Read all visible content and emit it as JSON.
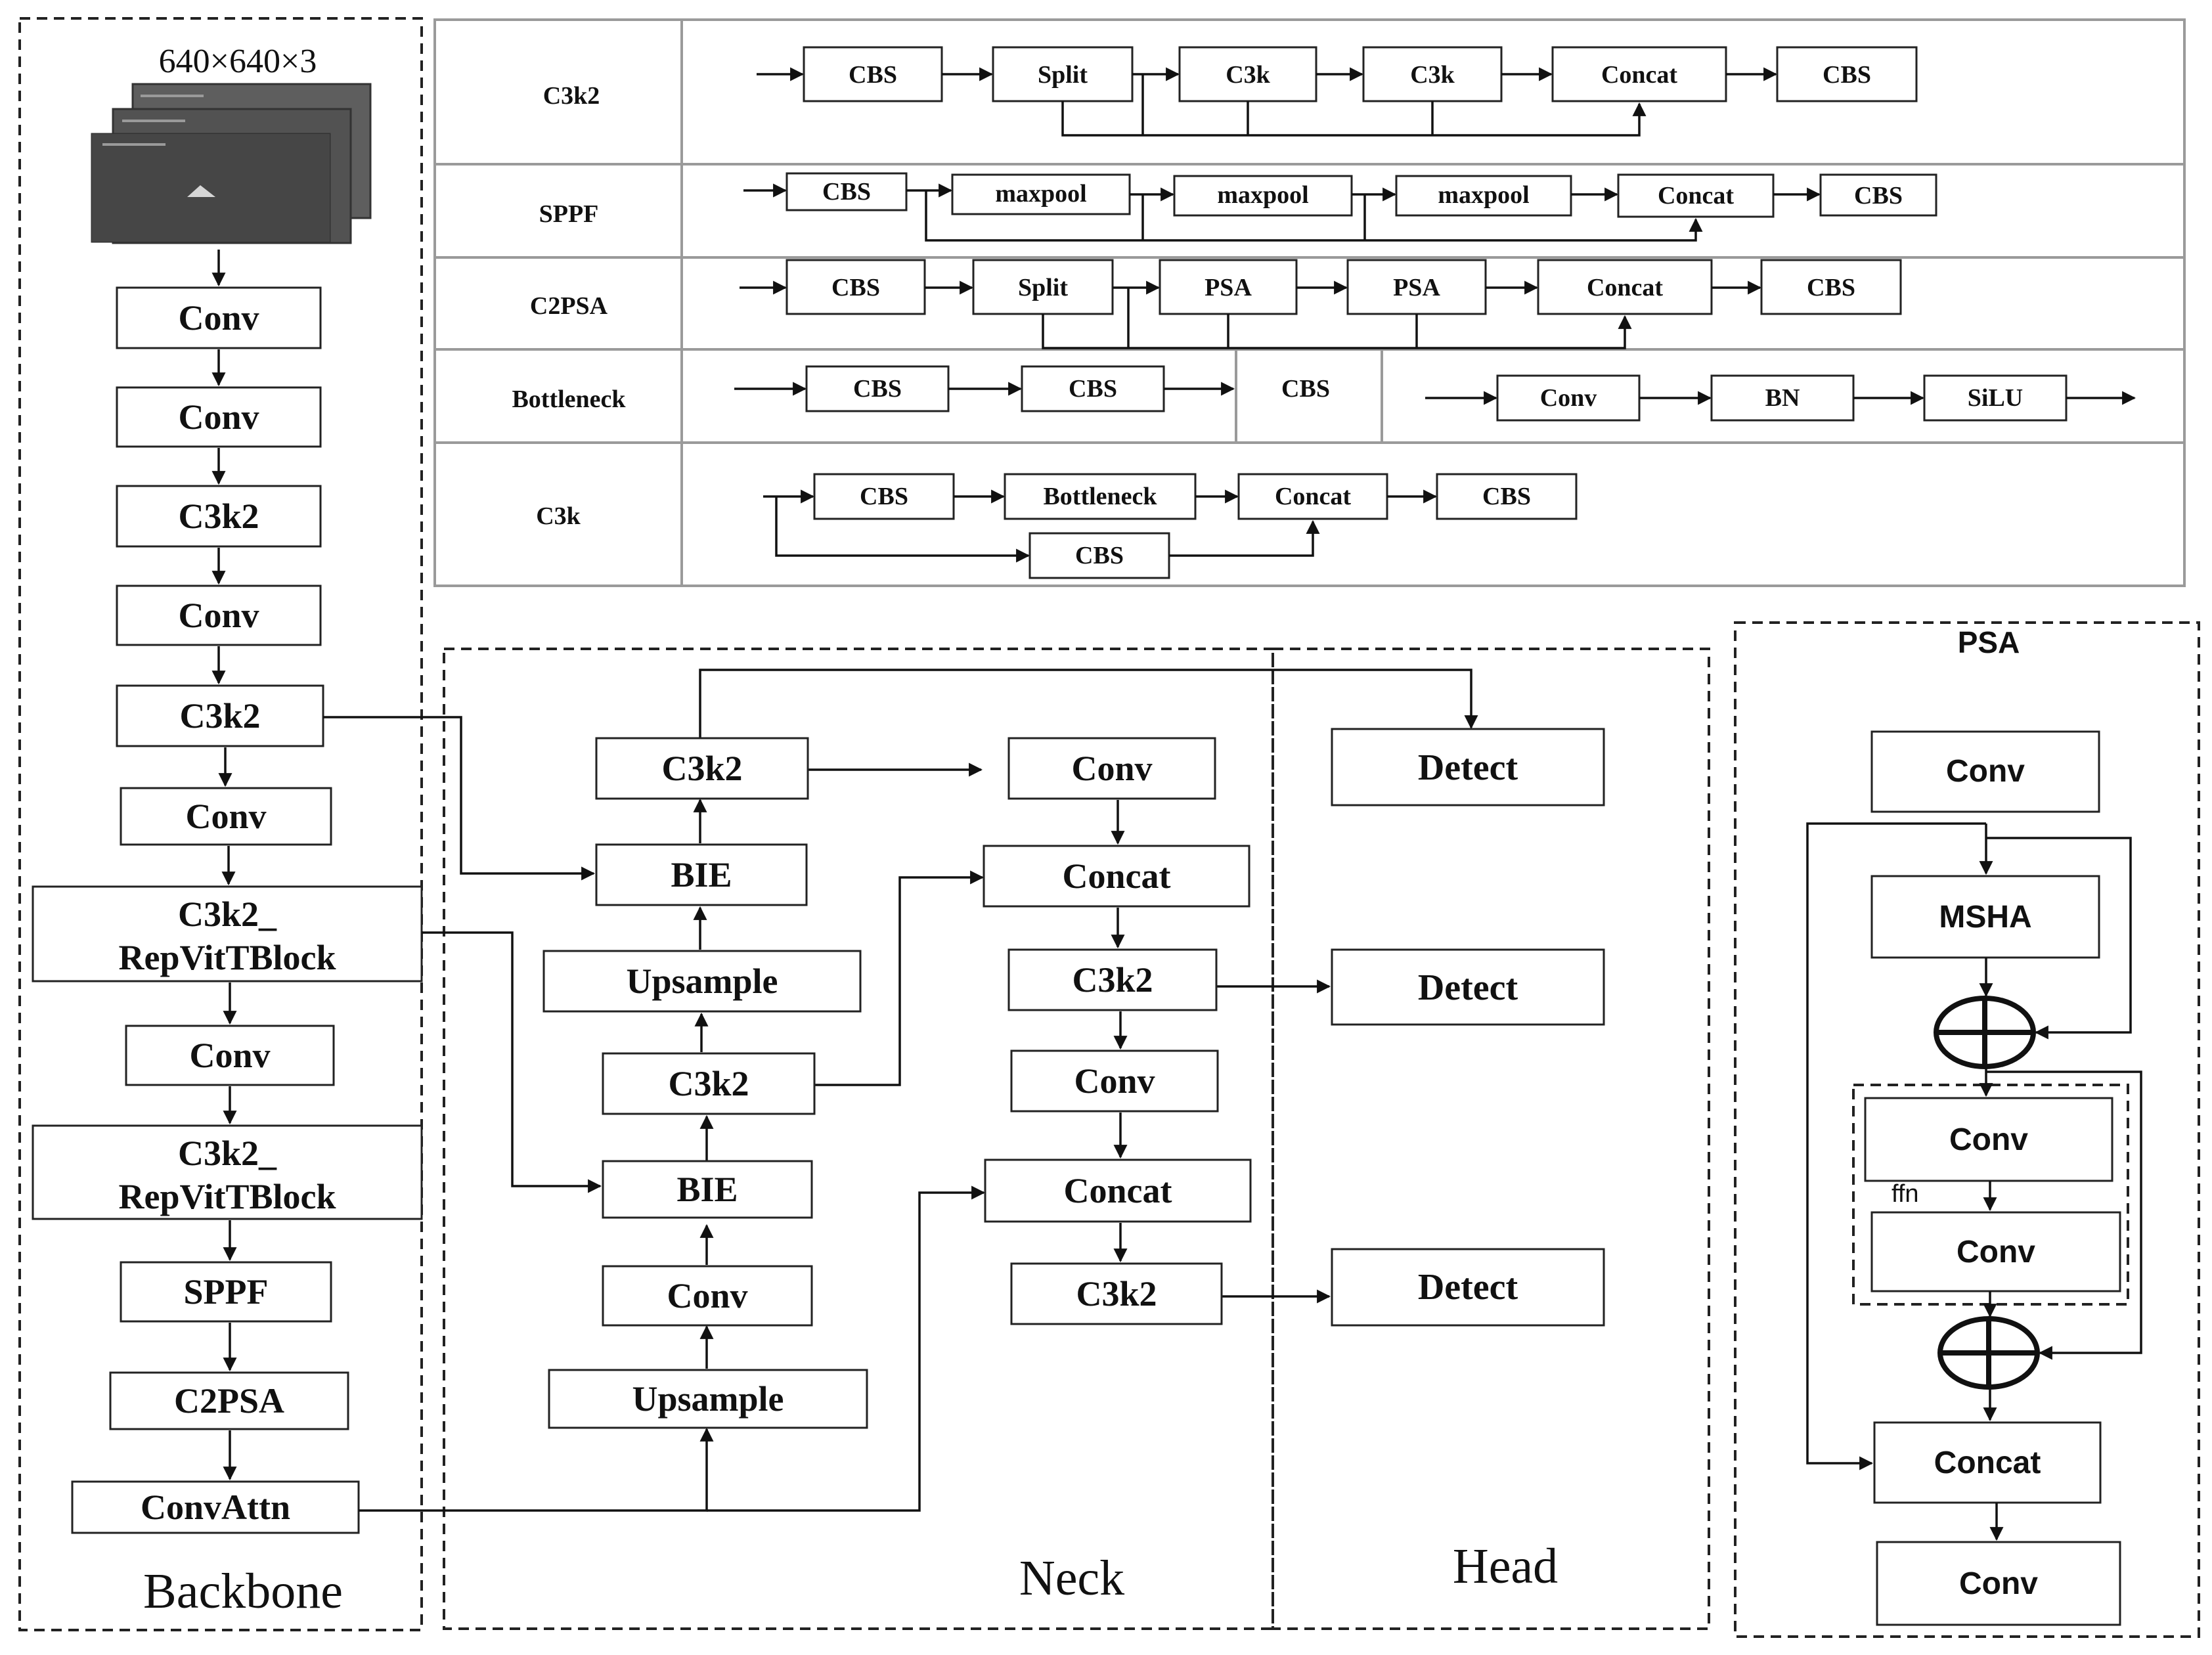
{
  "backbone": {
    "section_label": "Backbone",
    "input_size": "640×640×3",
    "layers": [
      "Conv",
      "Conv",
      "C3k2",
      "Conv",
      "C3k2",
      "Conv",
      "C3k2_ RepVitTBlock",
      "Conv",
      "C3k2_ RepVitTBlock",
      "SPPF",
      "C2PSA",
      "ConvAttn"
    ]
  },
  "neck": {
    "section_label": "Neck",
    "up_path": [
      "Upsample",
      "Conv",
      "BIE",
      "C3k2",
      "Upsample",
      "BIE",
      "C3k2"
    ],
    "down_path": [
      "Conv",
      "Concat",
      "C3k2",
      "Conv",
      "Concat",
      "C3k2"
    ]
  },
  "head": {
    "section_label": "Head",
    "detect_labels": [
      "Detect",
      "Detect",
      "Detect"
    ]
  },
  "modules": [
    {
      "name": "C3k2",
      "blocks": [
        "CBS",
        "Split",
        "C3k",
        "C3k",
        "Concat",
        "CBS"
      ]
    },
    {
      "name": "SPPF",
      "blocks": [
        "CBS",
        "maxpool",
        "maxpool",
        "maxpool",
        "Concat",
        "CBS"
      ]
    },
    {
      "name": "C2PSA",
      "blocks": [
        "CBS",
        "Split",
        "PSA",
        "PSA",
        "Concat",
        "CBS"
      ]
    },
    {
      "name": "Bottleneck",
      "blocks": [
        "CBS",
        "CBS"
      ],
      "cbs_label": "CBS",
      "cbs_blocks": [
        "Conv",
        "BN",
        "SiLU"
      ]
    },
    {
      "name": "C3k",
      "blocks": [
        "CBS",
        "Bottleneck",
        "Concat",
        "CBS"
      ],
      "skip_block": "CBS"
    }
  ],
  "psa": {
    "title": "PSA",
    "top_conv": "Conv",
    "attention": "MSHA",
    "ffn_label": "ffn",
    "ffn_convs": [
      "Conv",
      "Conv"
    ],
    "concat": "Concat",
    "out_conv": "Conv"
  }
}
